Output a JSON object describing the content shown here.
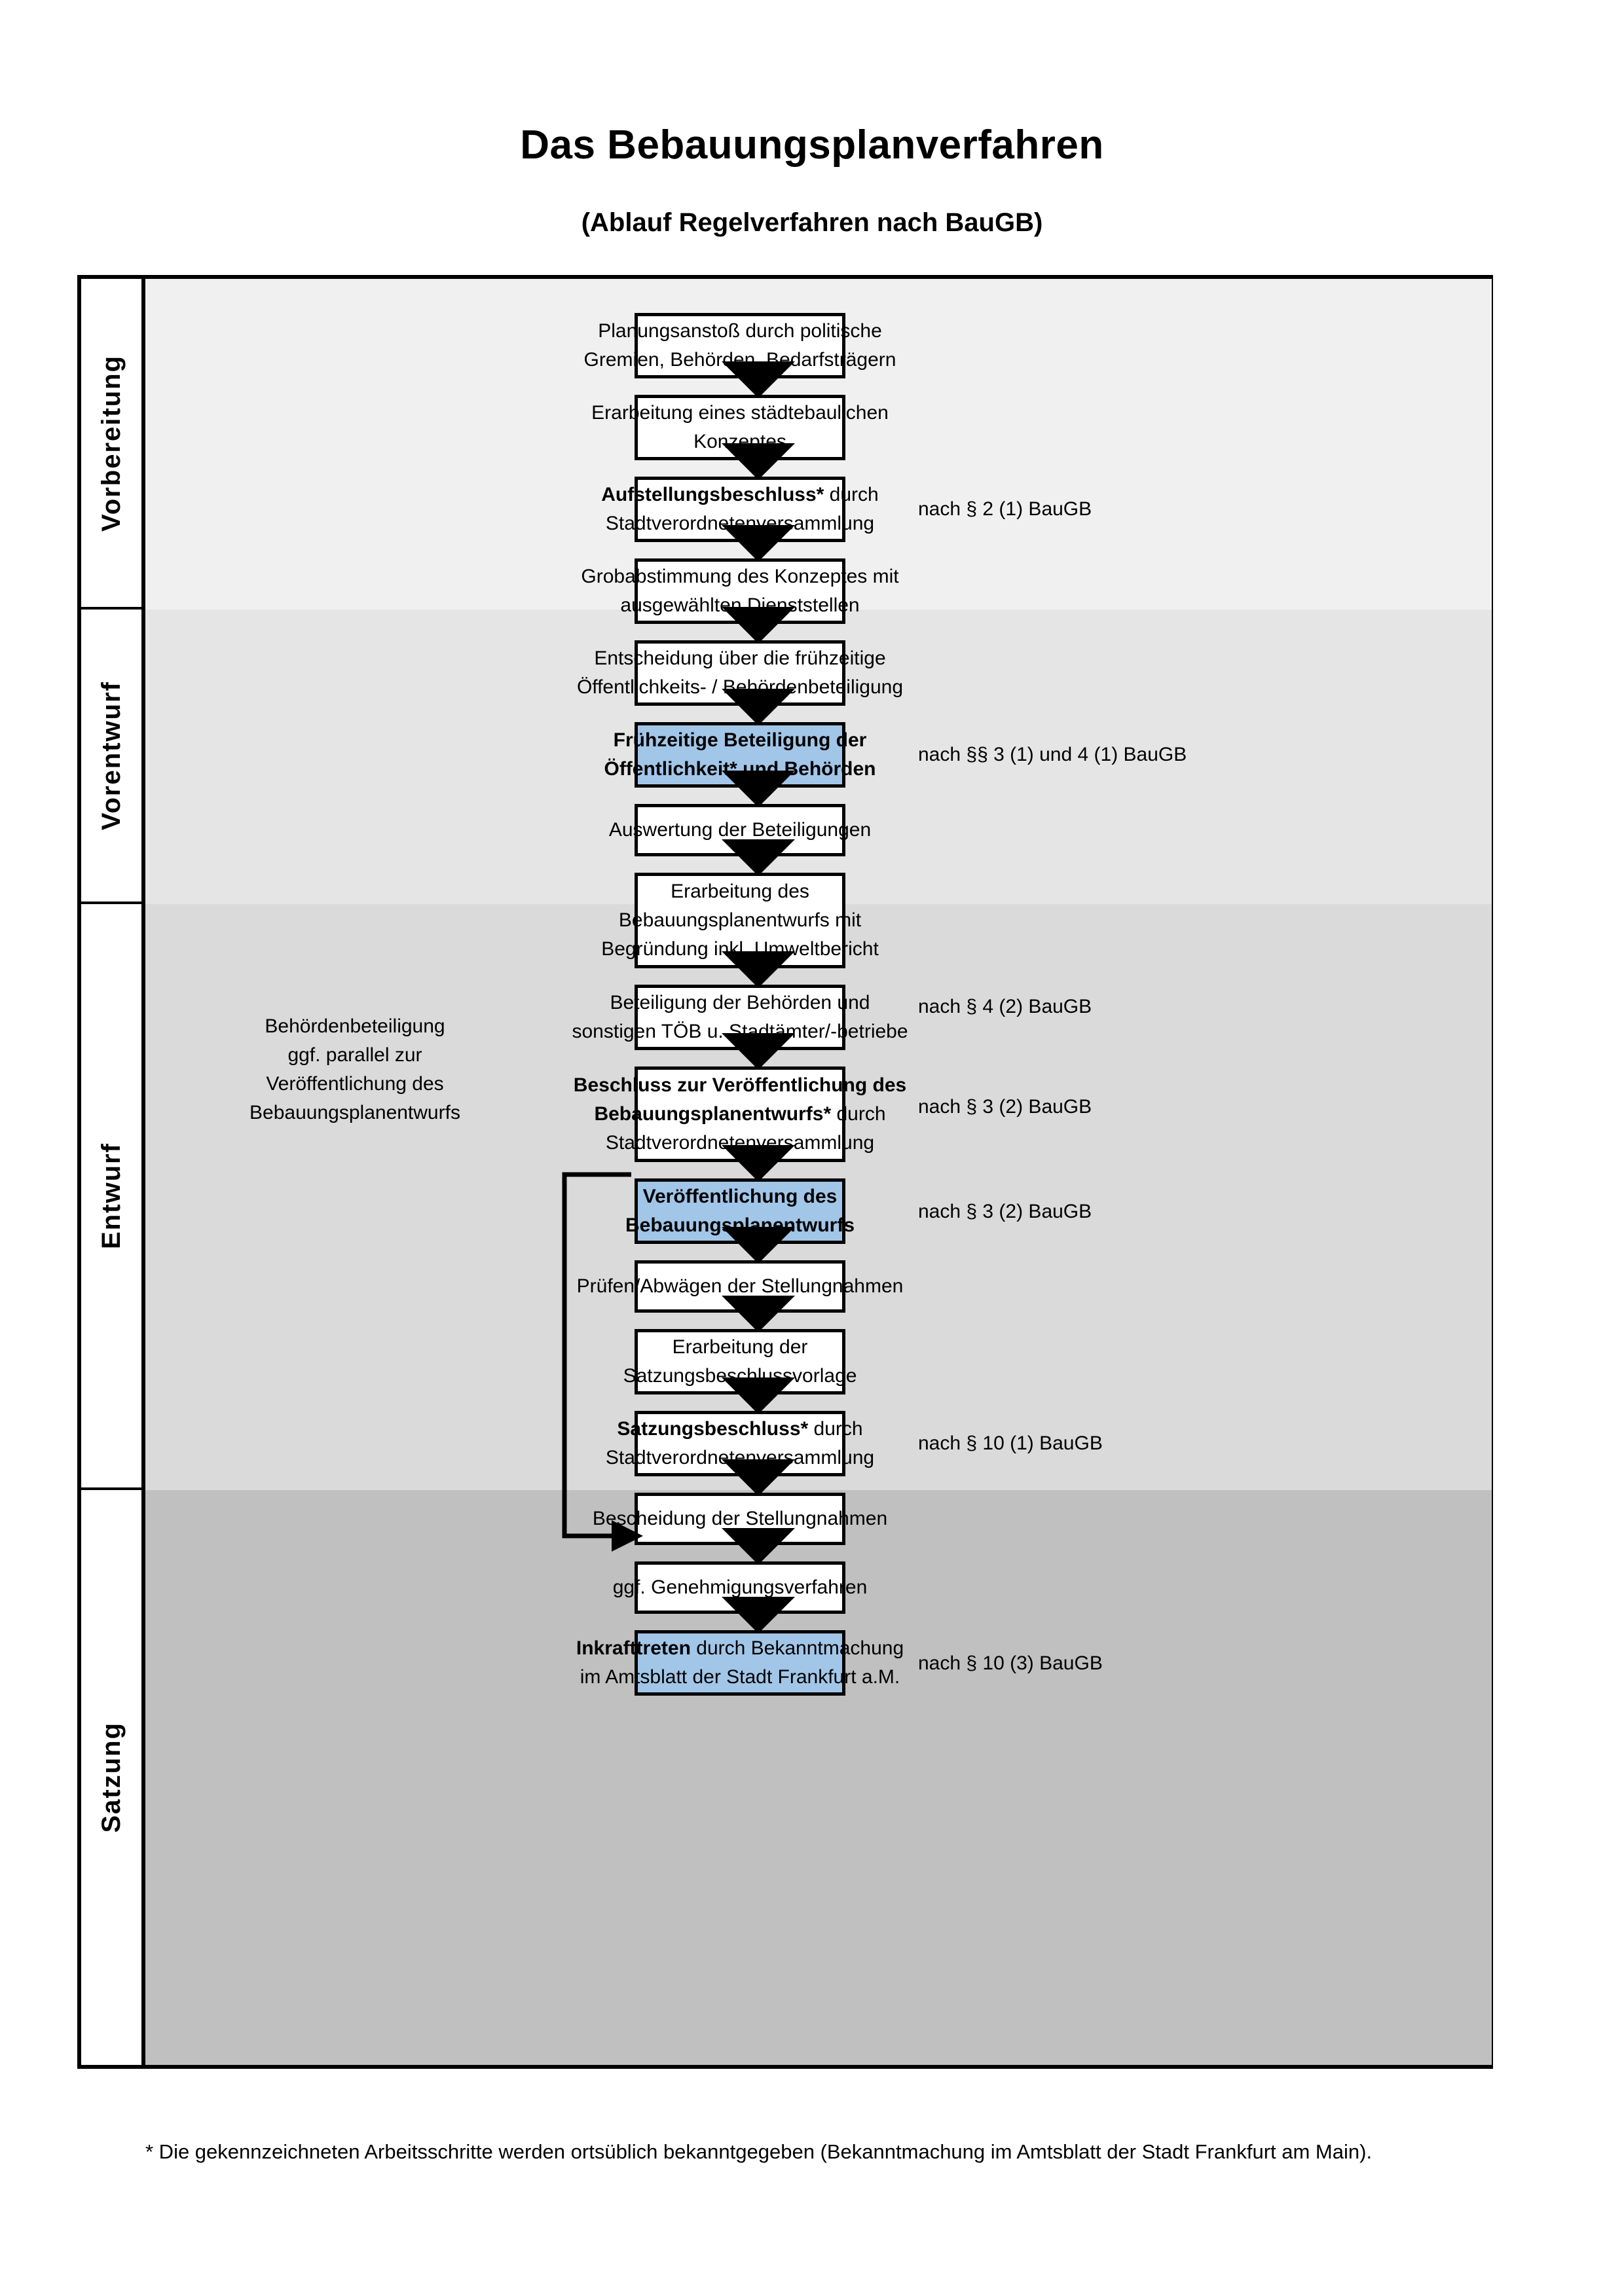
{
  "header": {
    "title": "Das Bebauungsplanverfahren",
    "subtitle": "(Ablauf Regelverfahren nach BauGB)"
  },
  "colors": {
    "band_vorbereitung": "#f0f0f0",
    "band_vorentwurf": "#e5e5e5",
    "band_entwurf": "#dadada",
    "band_satzung": "#c0c0c0",
    "highlight_blue": "#a2c6e8",
    "border": "#000000"
  },
  "phases": [
    {
      "id": "vorbereitung",
      "label": "Vorbereitung"
    },
    {
      "id": "vorentwurf",
      "label": "Vorentwurf"
    },
    {
      "id": "entwurf",
      "label": "Entwurf"
    },
    {
      "id": "satzung",
      "label": "Satzung"
    }
  ],
  "sidenote": {
    "lines": [
      "Behördenbeteiligung",
      "ggf. parallel zur",
      "Veröffentlichung des",
      "Bebauungsplanentwurfs"
    ]
  },
  "steps": [
    {
      "id": "planungsanstoss",
      "phase": "vorbereitung",
      "highlight": false,
      "lines": [
        {
          "text": "Planungsanstoß durch politische",
          "bold": false
        },
        {
          "text": "Gremien, Behörden, Bedarfsträgern",
          "bold": false
        }
      ]
    },
    {
      "id": "staedtebauliches-konzept",
      "phase": "vorbereitung",
      "highlight": false,
      "lines": [
        {
          "text": "Erarbeitung eines städtebaulichen",
          "bold": false
        },
        {
          "text": "Konzeptes",
          "bold": false
        }
      ]
    },
    {
      "id": "aufstellungsbeschluss",
      "phase": "vorbereitung",
      "highlight": false,
      "lines": [
        {
          "text": "Aufstellungsbeschluss*",
          "bold": true
        },
        {
          "text": " durch",
          "bold": false
        },
        {
          "text": "Stadtverordnetenversammlung",
          "bold": false
        }
      ]
    },
    {
      "id": "grobabstimmung",
      "phase": "vorentwurf",
      "highlight": false,
      "lines": [
        {
          "text": "Grobabstimmung des Konzeptes mit",
          "bold": false
        },
        {
          "text": "ausgewählten Dienststellen",
          "bold": false
        }
      ]
    },
    {
      "id": "entscheidung-fruehzeitige",
      "phase": "vorentwurf",
      "highlight": false,
      "lines": [
        {
          "text": "Entscheidung über die frühzeitige",
          "bold": false
        },
        {
          "text": "Öffentlichkeits- / Behördenbeteiligung",
          "bold": false
        }
      ]
    },
    {
      "id": "fruehzeitige-beteiligung",
      "phase": "vorentwurf",
      "highlight": true,
      "lines": [
        {
          "text": "Frühzeitige Beteiligung der",
          "bold": true
        },
        {
          "text": "Öffentlichkeit* und Behörden",
          "bold": true
        }
      ]
    },
    {
      "id": "auswertung-beteiligungen",
      "phase": "entwurf",
      "highlight": false,
      "lines": [
        {
          "text": "Auswertung der Beteiligungen",
          "bold": false
        }
      ]
    },
    {
      "id": "erarbeitung-bplanentwurf",
      "phase": "entwurf",
      "highlight": false,
      "lines": [
        {
          "text": "Erarbeitung des",
          "bold": false
        },
        {
          "text": "Bebauungsplanentwurfs mit",
          "bold": false
        },
        {
          "text": "Begründung inkl. Umweltbericht",
          "bold": false
        }
      ]
    },
    {
      "id": "beteiligung-behoerden-toeb",
      "phase": "entwurf",
      "highlight": false,
      "lines": [
        {
          "text": "Beteiligung der Behörden und",
          "bold": false
        },
        {
          "text": "sonstigen TÖB u. Stadtämter/-betriebe",
          "bold": false
        }
      ]
    },
    {
      "id": "beschluss-veroeffentlichung",
      "phase": "entwurf",
      "highlight": false,
      "lines": [
        {
          "text": "Beschluss zur Veröffentlichung des",
          "bold": true
        },
        {
          "text": "Bebauungsplanentwurfs*",
          "bold": true
        },
        {
          "text": " durch",
          "bold": false
        },
        {
          "text": "Stadtverordnetenversammlung",
          "bold": false
        }
      ]
    },
    {
      "id": "veroeffentlichung-bplanentwurf",
      "phase": "entwurf",
      "highlight": true,
      "lines": [
        {
          "text": "Veröffentlichung des",
          "bold": true
        },
        {
          "text": "Bebauungsplanentwurfs",
          "bold": true
        }
      ]
    },
    {
      "id": "pruefen-abwaegen",
      "phase": "satzung",
      "highlight": false,
      "lines": [
        {
          "text": "Prüfen/Abwägen der Stellungnahmen",
          "bold": false
        }
      ]
    },
    {
      "id": "satzungsbeschlussvorlage",
      "phase": "satzung",
      "highlight": false,
      "lines": [
        {
          "text": "Erarbeitung der",
          "bold": false
        },
        {
          "text": "Satzungsbeschlussvorlage",
          "bold": false
        }
      ]
    },
    {
      "id": "satzungsbeschluss",
      "phase": "satzung",
      "highlight": false,
      "lines": [
        {
          "text": "Satzungsbeschluss*",
          "bold": true
        },
        {
          "text": " durch",
          "bold": false
        },
        {
          "text": "Stadtverordnetenversammlung",
          "bold": false
        }
      ]
    },
    {
      "id": "bescheidung-stellungnahmen",
      "phase": "satzung",
      "highlight": false,
      "lines": [
        {
          "text": "Bescheidung der Stellungnahmen",
          "bold": false
        }
      ]
    },
    {
      "id": "genehmigungsverfahren",
      "phase": "satzung",
      "highlight": false,
      "lines": [
        {
          "text": "ggf. Genehmigungsverfahren",
          "bold": false
        }
      ]
    },
    {
      "id": "inkrafttreten",
      "phase": "satzung",
      "highlight": true,
      "lines": [
        {
          "text": "Inkrafttreten",
          "bold": true
        },
        {
          "text": " durch Bekanntmachung",
          "bold": false
        },
        {
          "text": "im Amtsblatt der Stadt Frankfurt a.M.",
          "bold": false
        }
      ]
    }
  ],
  "references": [
    {
      "id": "ref-par2-1",
      "text": "nach § 2 (1) BauGB"
    },
    {
      "id": "ref-par3-1-4-1",
      "text": "nach §§ 3 (1) und 4 (1) BauGB"
    },
    {
      "id": "ref-par4-2",
      "text": "nach § 4 (2) BauGB"
    },
    {
      "id": "ref-par3-2-a",
      "text": "nach § 3 (2) BauGB"
    },
    {
      "id": "ref-par3-2-b",
      "text": "nach § 3 (2) BauGB"
    },
    {
      "id": "ref-par10-1",
      "text": "nach § 10 (1) BauGB"
    },
    {
      "id": "ref-par10-3",
      "text": "nach § 10 (3) BauGB"
    }
  ],
  "footnote": {
    "text": "* Die gekennzeichneten Arbeitsschritte werden ortsüblich bekanntgegeben (Bekanntmachung im Amtsblatt  der Stadt Frankfurt am Main)."
  }
}
